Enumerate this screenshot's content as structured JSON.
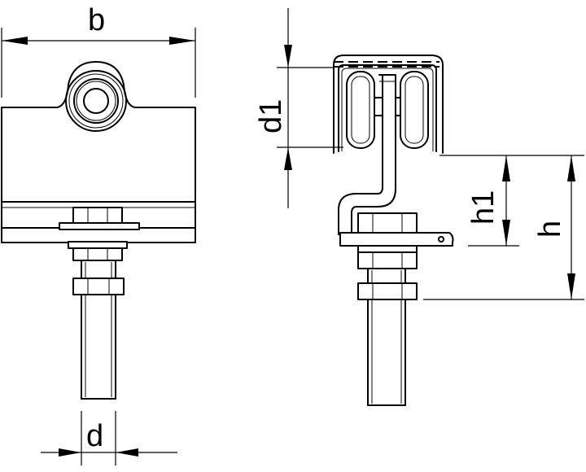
{
  "drawing": {
    "labels": {
      "b": "b",
      "d": "d",
      "d1": "d1",
      "h1": "h1",
      "h": "h"
    }
  }
}
